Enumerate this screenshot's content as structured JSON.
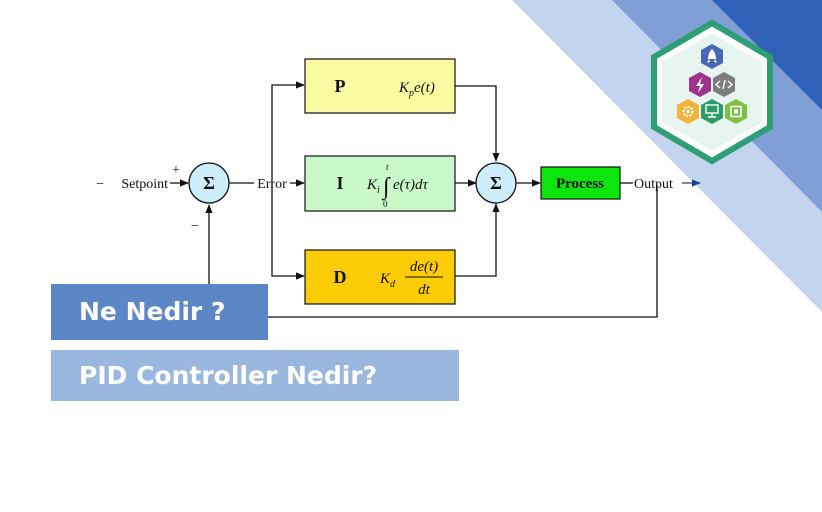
{
  "diagram": {
    "setpoint_label": "Setpoint",
    "plus_sign": "+",
    "minus_sign": "−",
    "summing_symbol": "Σ",
    "error_label": "Error",
    "output_label": "Output",
    "process_label": "Process",
    "blocks": {
      "p": {
        "letter": "P",
        "K": "K",
        "sub": "p",
        "rest": "e(t)"
      },
      "i": {
        "letter": "I",
        "K": "K",
        "sub": "i",
        "upper": "t",
        "lower": "0",
        "integral": "∫",
        "integrand": "e(τ)dτ"
      },
      "d": {
        "letter": "D",
        "K": "K",
        "sub": "d",
        "numerator": "de(t)",
        "denominator": "dt"
      }
    },
    "colors": {
      "p_block": "#fbfba4",
      "i_block": "#c9f8c9",
      "d_block": "#fccd07",
      "process_block": "#0ce60c",
      "sum_circle": "#cdeef9"
    }
  },
  "banners": {
    "title": "Ne Nedir ?",
    "subtitle": "PID Controller Nedir?",
    "colors": {
      "title_bg": "#5b87c7",
      "subtitle_bg": "#9ab7df"
    }
  },
  "logo": {
    "icons": [
      "rocket-icon",
      "code-icon",
      "bolt-icon",
      "gear-icon",
      "monitor-icon",
      "chip-icon"
    ],
    "colors": {
      "frame": "#2e9e77",
      "hex_1": "#4967b5",
      "hex_2": "#7d7d7d",
      "hex_3": "#a1338f",
      "hex_4": "#f2b33c",
      "hex_5": "#2f9a6a",
      "hex_6": "#7cc242"
    }
  }
}
